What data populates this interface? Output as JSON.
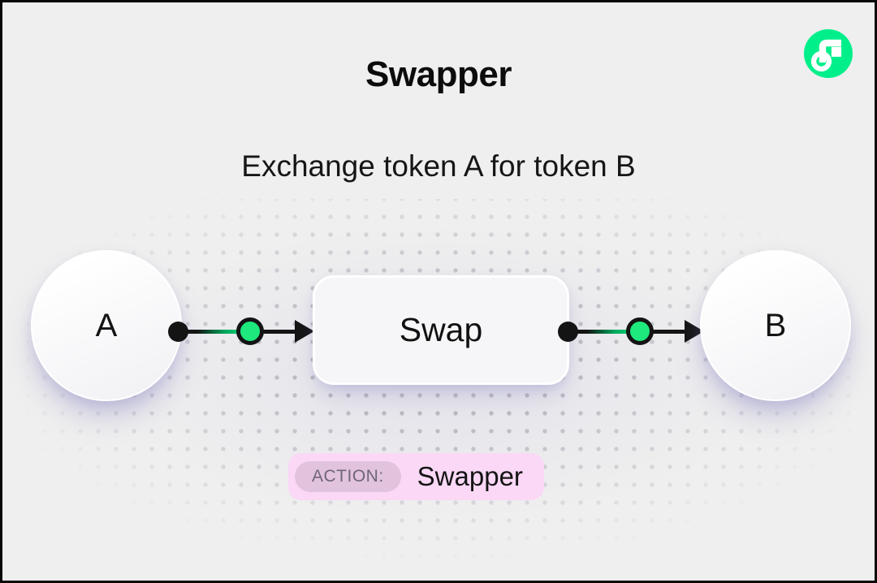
{
  "canvas": {
    "background": "#efefef",
    "border_color": "#070707"
  },
  "header": {
    "title": "Swapper",
    "subtitle": "Exchange token A for token B"
  },
  "brand": {
    "logo_name": "flow-logo",
    "green": "#00ef8b"
  },
  "diagram": {
    "node_a": {
      "label": "A"
    },
    "node_swap": {
      "label": "Swap"
    },
    "node_b": {
      "label": "B"
    },
    "connector": {
      "line_color": "#141414",
      "port_green": "#1de97c"
    }
  },
  "action_badge": {
    "label": "ACTION:",
    "value": "Swapper",
    "outer_bg": "#fad8f6",
    "inner_bg": "#e2c3dd",
    "label_color": "#6f6676",
    "value_color": "#141414"
  }
}
